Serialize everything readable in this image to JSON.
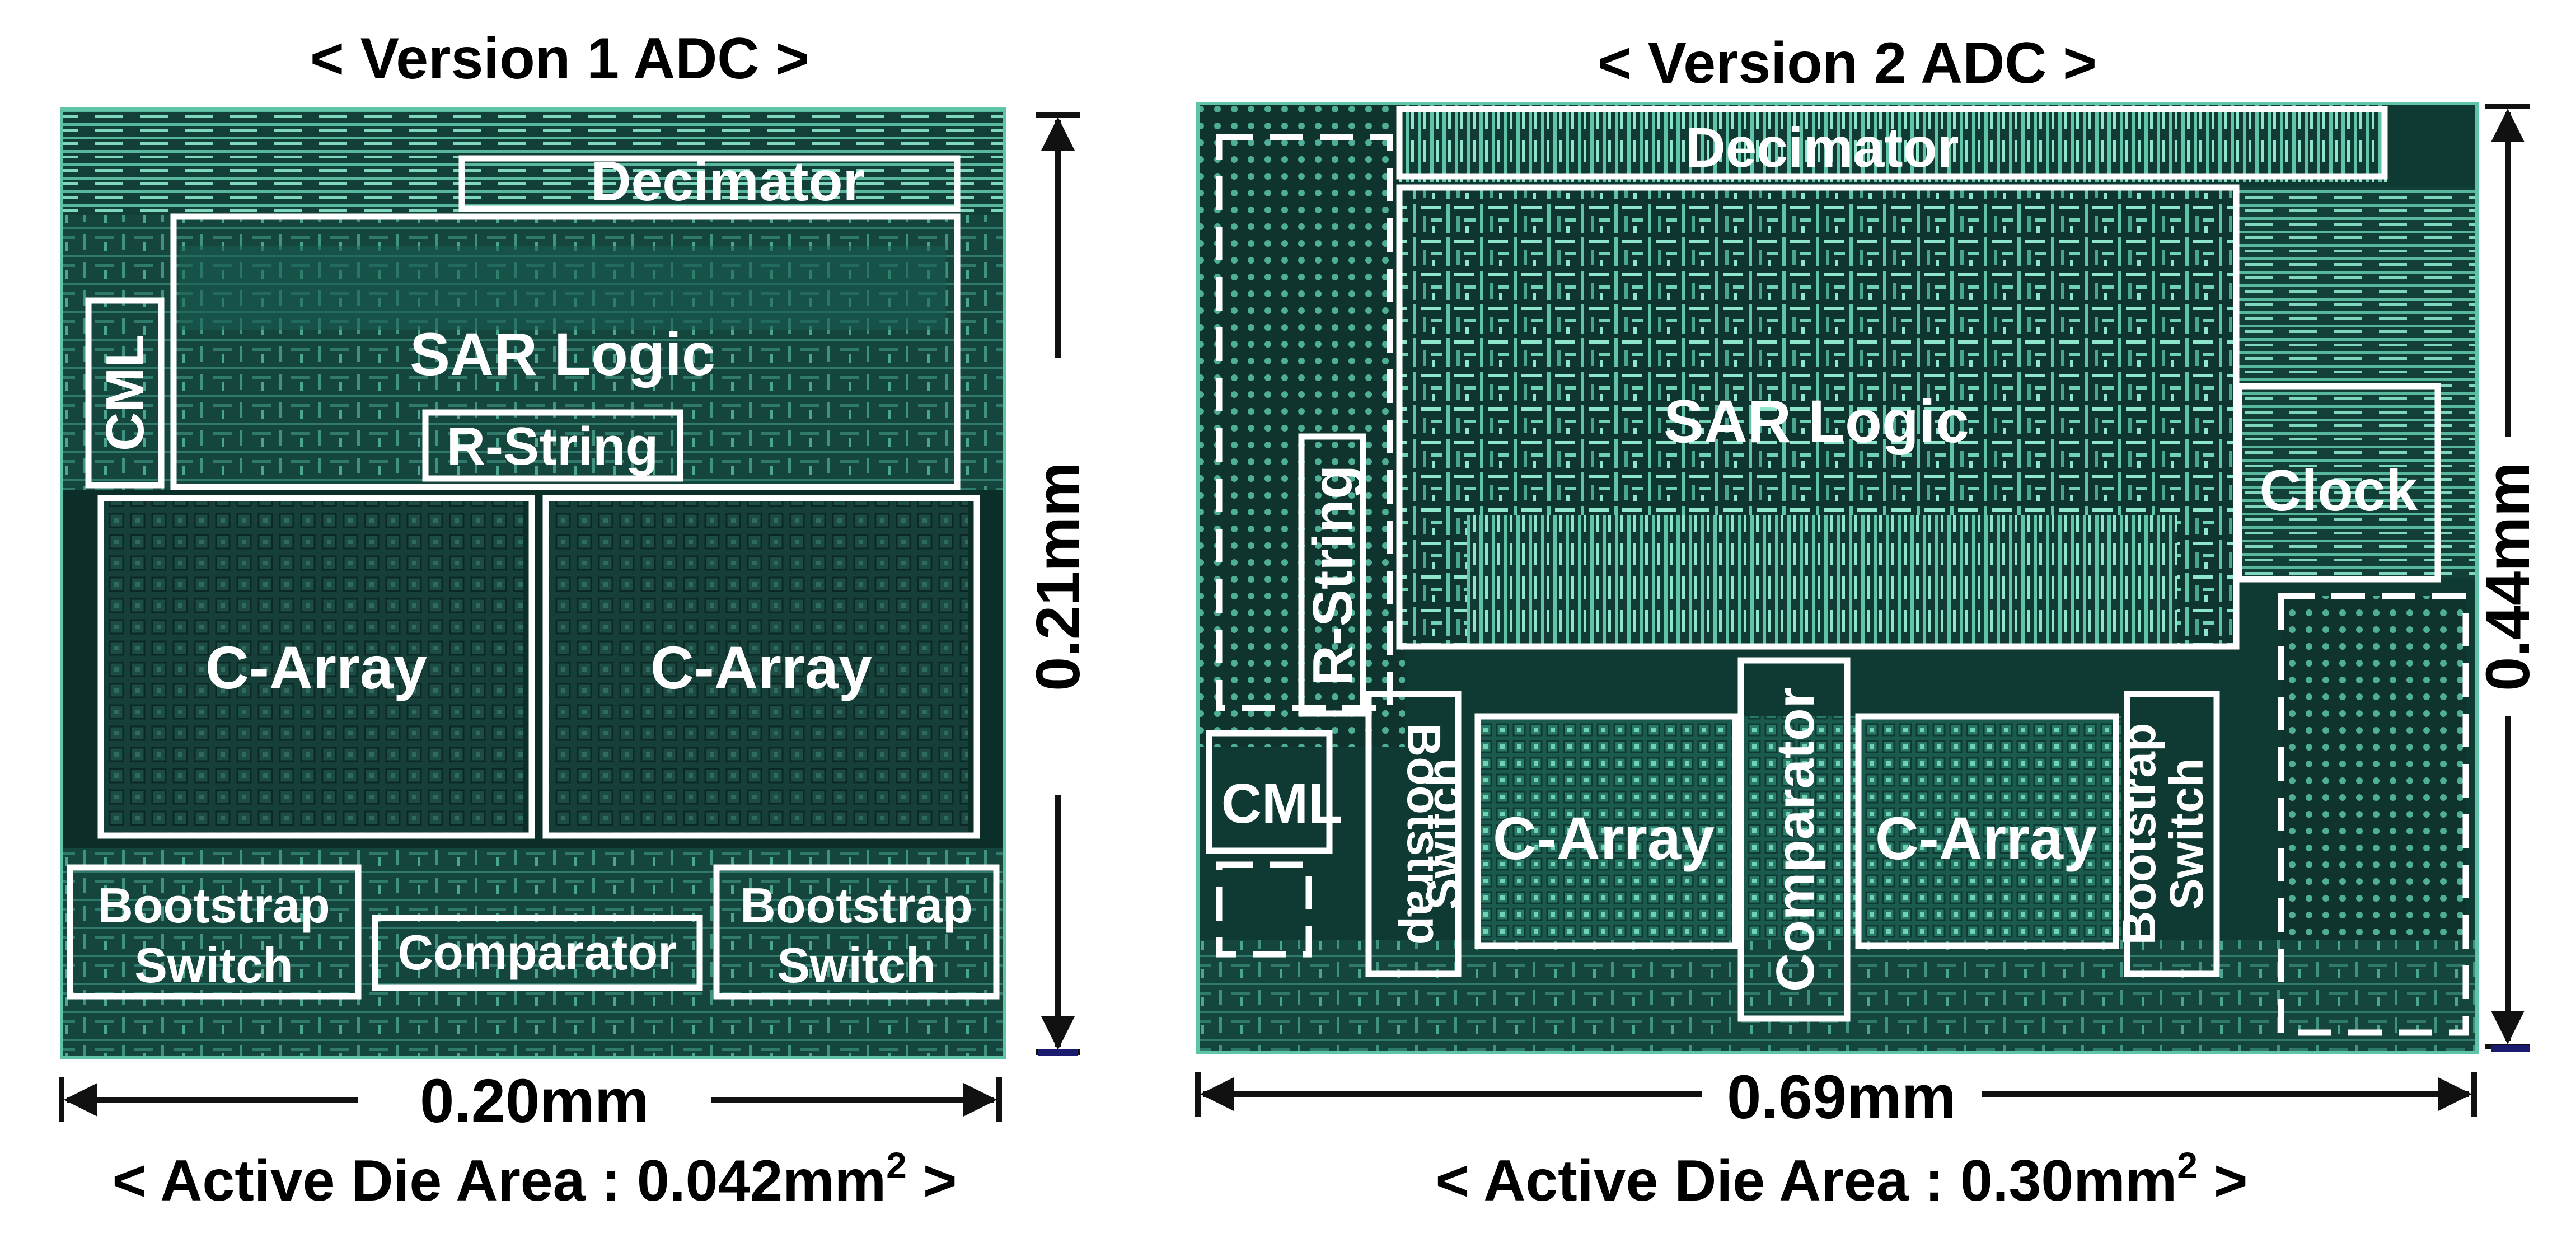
{
  "colors": {
    "die_dark": "#0d2f2a",
    "die_mid": "#155048",
    "metal_light": "#5fc4a8",
    "metal_bright": "#8fe6cc",
    "block_outline": "#ffffff",
    "dimension_line": "#111111",
    "scale_marker": "#1a1a6e"
  },
  "panels": [
    {
      "title": "< Version 1 ADC >",
      "width_label": "0.20mm",
      "height_label": "0.21mm",
      "area_label_prefix": "< Active Die Area : 0.042mm",
      "area_label_sup": "2",
      "area_label_suffix": " >",
      "blocks": {
        "decimator": "Decimator",
        "sar_logic": "SAR Logic",
        "cml": "CML",
        "r_string": "R-String",
        "c_array_left": "C-Array",
        "c_array_right": "C-Array",
        "bootstrap_left_1": "Bootstrap",
        "bootstrap_left_2": "Switch",
        "bootstrap_right_1": "Bootstrap",
        "bootstrap_right_2": "Switch",
        "comparator": "Comparator"
      }
    },
    {
      "title": "< Version 2 ADC >",
      "width_label": "0.69mm",
      "height_label": "0.44mm",
      "area_label_prefix": "< Active Die Area : 0.30mm",
      "area_label_sup": "2",
      "area_label_suffix": " >",
      "blocks": {
        "decimator": "Decimator",
        "sar_logic": "SAR Logic",
        "clock": "Clock",
        "r_string": "R-String",
        "cml": "CML",
        "bootstrap_left_1": "Bootstrap",
        "bootstrap_left_2": "Switch",
        "c_array_left": "C-Array",
        "comparator": "Comparator",
        "c_array_right": "C-Array",
        "bootstrap_right_1": "Bootstrap",
        "bootstrap_right_2": "Switch"
      }
    }
  ]
}
